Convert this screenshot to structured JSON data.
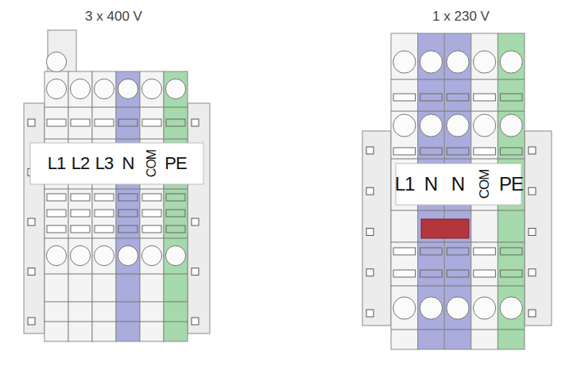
{
  "diagram": {
    "labels": [
      "3 x 400 V",
      "L1",
      "L2",
      "L3",
      "N",
      "COM",
      "PE",
      "1 x 230 V",
      "L1",
      "N",
      "N",
      "COM",
      "PE"
    ]
  }
}
